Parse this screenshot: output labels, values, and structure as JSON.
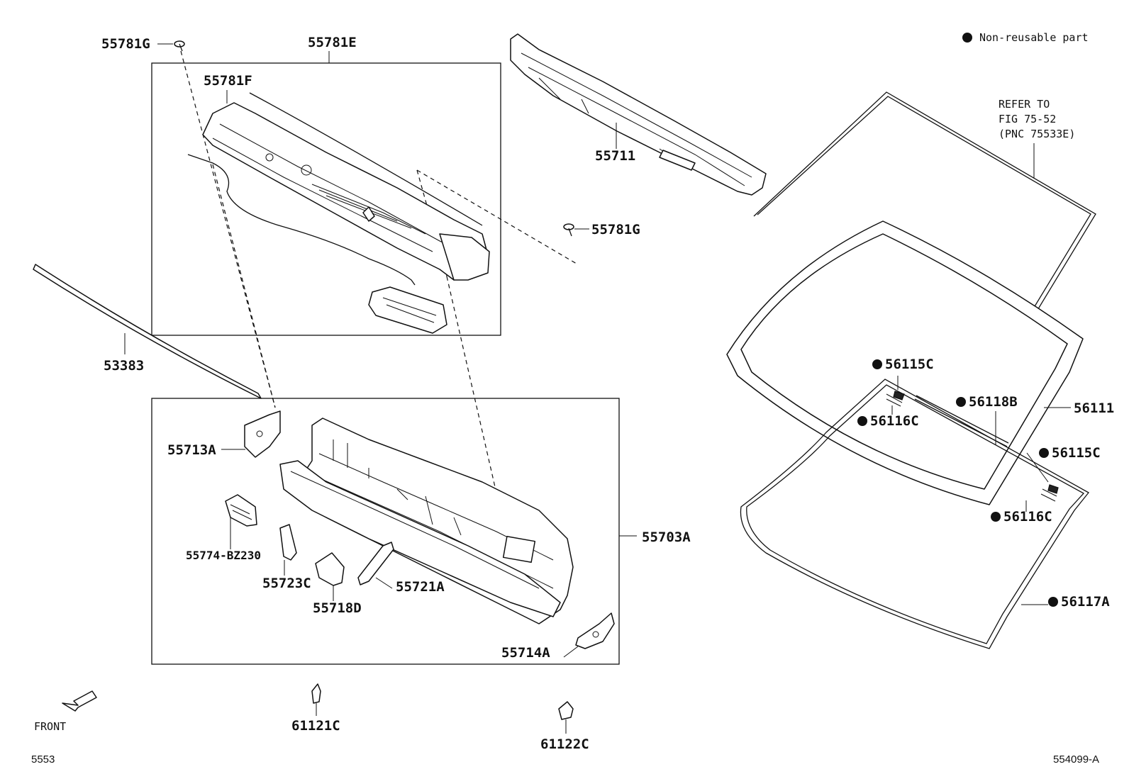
{
  "legend": {
    "marker": "●",
    "text": "Non-reusable part"
  },
  "reference_note": {
    "line1": "REFER TO",
    "line2": "FIG 75-52",
    "line3": "(PNC 75533E)"
  },
  "front_label": "FRONT",
  "page_code": "5553",
  "figure_code": "554099-A",
  "labels": {
    "p55781G_top": "55781G",
    "p55781E": "55781E",
    "p55781F": "55781F",
    "p55711": "55711",
    "p55781G_right": "55781G",
    "p53383": "53383",
    "p55713A": "55713A",
    "p55774": "55774-BZ230",
    "p55723C": "55723C",
    "p55718D": "55718D",
    "p55721A": "55721A",
    "p55703A": "55703A",
    "p55714A": "55714A",
    "p61121C": "61121C",
    "p61122C": "61122C",
    "p56115C_a": "56115C",
    "p56116C_a": "56116C",
    "p56118B": "56118B",
    "p56111": "56111",
    "p56115C_b": "56115C",
    "p56116C_b": "56116C",
    "p56117A": "56117A"
  }
}
